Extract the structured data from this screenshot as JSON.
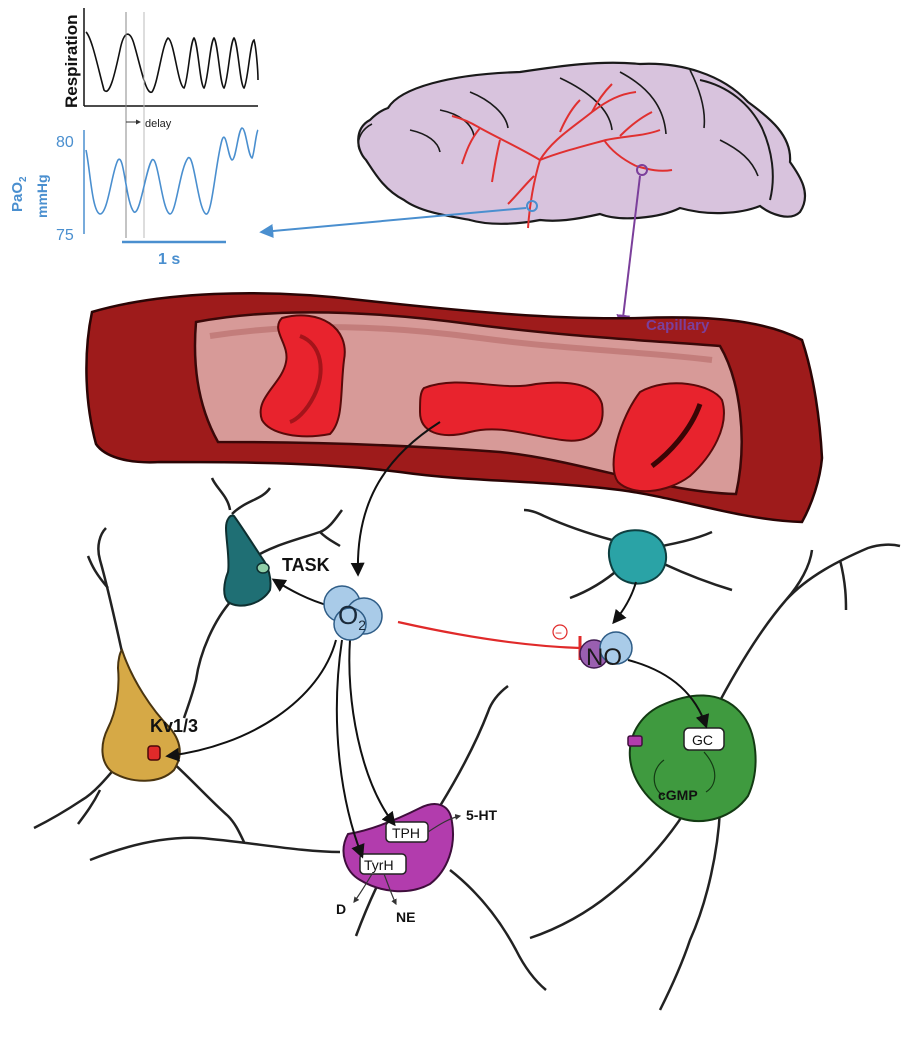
{
  "traces": {
    "respiration_ylabel": "Respiration",
    "delay_label": "delay",
    "pao2_ylabel_main": "PaO",
    "pao2_ylabel_sub": "2",
    "pao2_ylabel_unit": "mmHg",
    "pao2_tick_top": "80",
    "pao2_tick_bottom": "75",
    "scalebar_label": "1 s"
  },
  "vessel": {
    "label": "Capillary"
  },
  "molecules": {
    "o2_main": "O",
    "o2_sub": "2",
    "no": "NO",
    "inhibition_sign": "−"
  },
  "channels": {
    "task": "TASK",
    "kv": "Kv1/3"
  },
  "enzymes": {
    "tph": "TPH",
    "tyrh": "TyrH",
    "gc": "GC"
  },
  "products": {
    "serotonin": "5-HT",
    "dopamine": "D",
    "norepinephrine": "NE",
    "cgmp": "cGMP"
  },
  "colors": {
    "trace_blue": "#4a8fcf",
    "brain": "#d8c3dd",
    "artery": "#e03030",
    "vessel_dark": "#9e1b1b",
    "vessel_lumen": "#d79a98",
    "rbc": "#e8232d",
    "o2_bubble": "#a9cbe8",
    "no_bubble": "#9a5fb0",
    "capillary_label": "#7b3f9b",
    "neuron_teal_dark": "#1f6f74",
    "neuron_teal": "#2aa3a6",
    "neuron_gold": "#d6a946",
    "neuron_magenta": "#b23cad",
    "neuron_green": "#3f9a3f",
    "inhibit_red": "#e02a2a"
  }
}
